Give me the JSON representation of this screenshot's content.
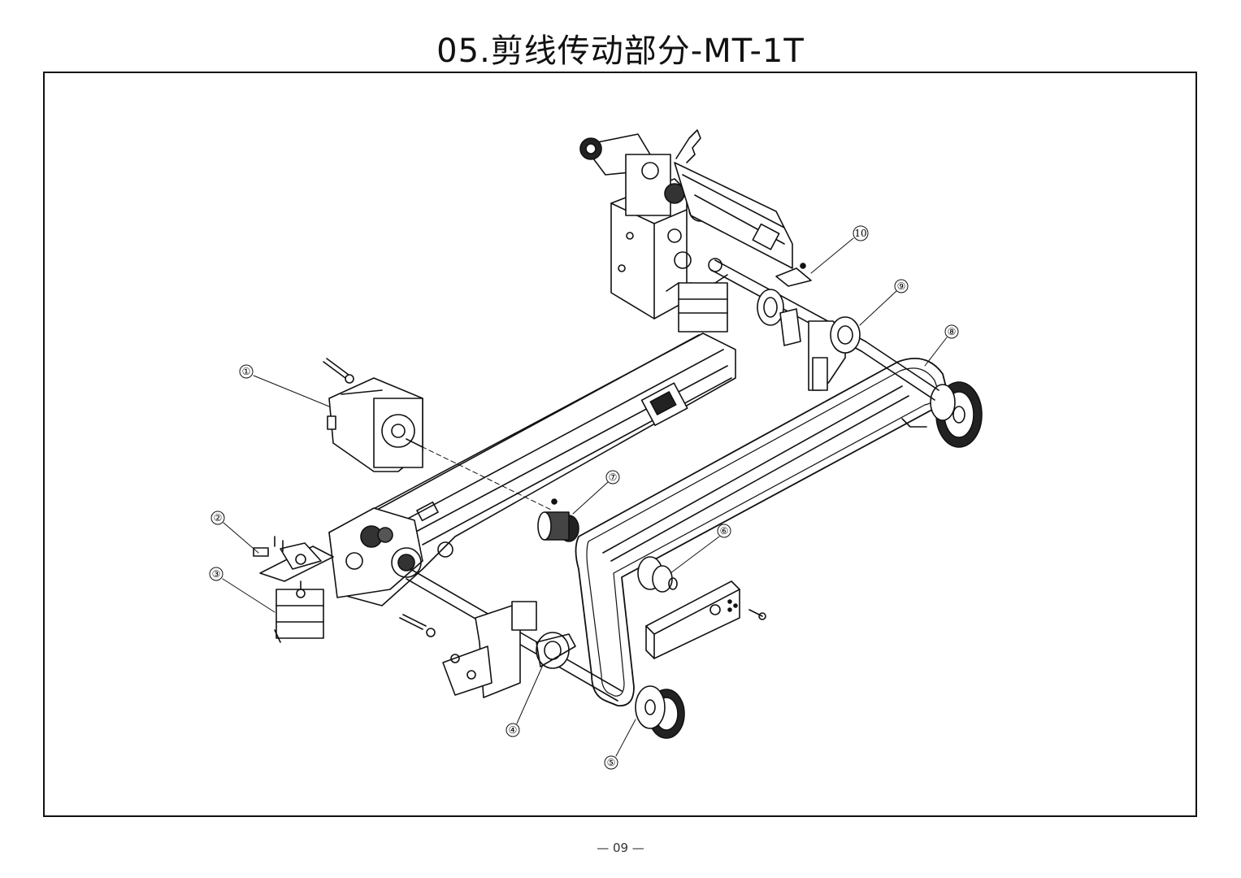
{
  "page": {
    "title": "05.剪线传动部分-MT-1T",
    "footer": "— 09 —"
  },
  "callouts": [
    {
      "id": "1",
      "label": "①"
    },
    {
      "id": "2",
      "label": "②"
    },
    {
      "id": "3",
      "label": "③"
    },
    {
      "id": "4",
      "label": "④"
    },
    {
      "id": "5",
      "label": "⑤"
    },
    {
      "id": "6",
      "label": "⑥"
    },
    {
      "id": "7",
      "label": "⑦"
    },
    {
      "id": "8",
      "label": "⑧"
    },
    {
      "id": "9",
      "label": "⑨"
    },
    {
      "id": "10",
      "label": "10"
    }
  ]
}
